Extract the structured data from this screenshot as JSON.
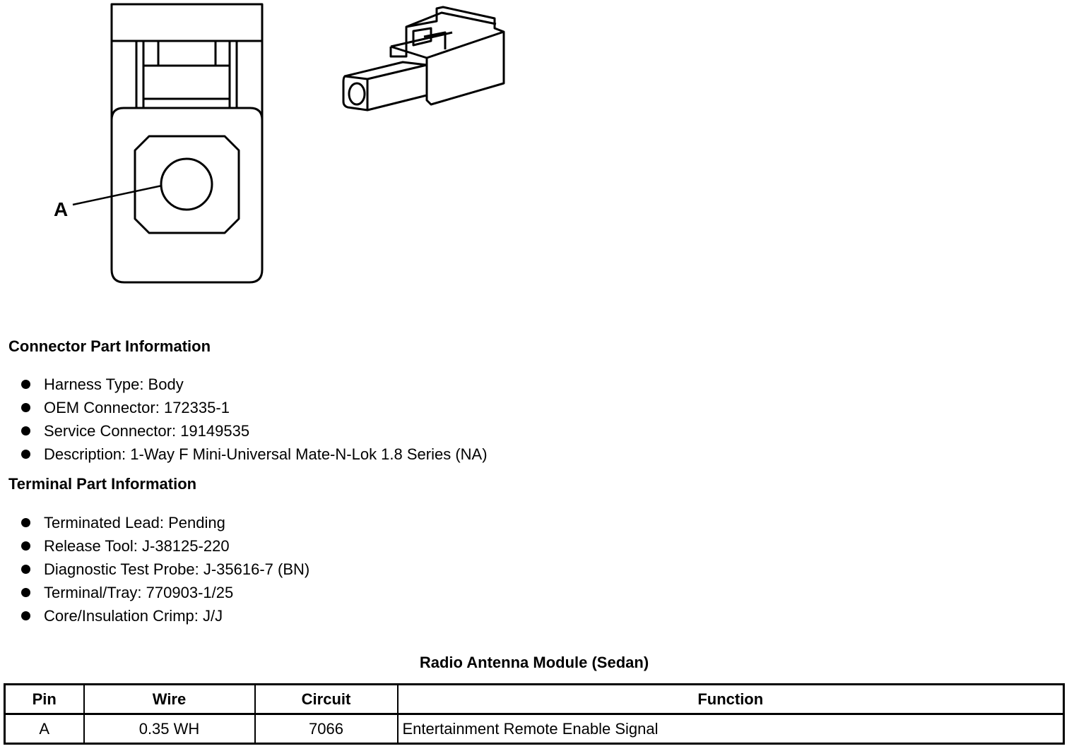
{
  "diagram": {
    "pin_callout": "A"
  },
  "connector_info": {
    "heading": "Connector Part Information",
    "items": [
      "Harness Type: Body",
      "OEM Connector: 172335-1",
      "Service Connector: 19149535",
      "Description: 1-Way F Mini-Universal Mate-N-Lok 1.8 Series (NA)"
    ]
  },
  "terminal_info": {
    "heading": "Terminal Part Information",
    "items": [
      "Terminated Lead: Pending",
      "Release Tool: J-38125-220",
      "Diagnostic Test Probe: J-35616-7 (BN)",
      "Terminal/Tray: 770903-1/25",
      "Core/Insulation Crimp: J/J"
    ]
  },
  "pin_table": {
    "title": "Radio Antenna Module (Sedan)",
    "headers": [
      "Pin",
      "Wire",
      "Circuit",
      "Function"
    ],
    "rows": [
      [
        "A",
        "0.35 WH",
        "7066",
        "Entertainment Remote Enable Signal"
      ]
    ]
  }
}
